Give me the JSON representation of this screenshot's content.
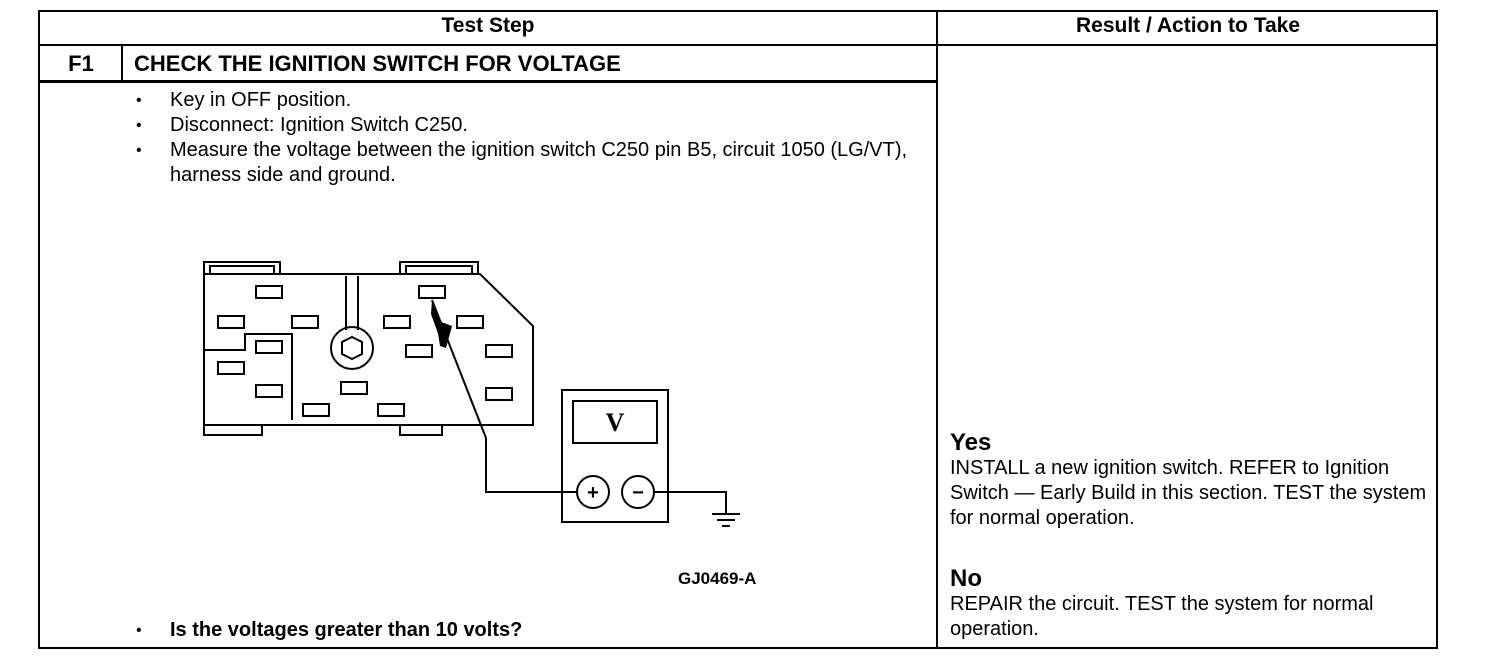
{
  "table": {
    "header_left": "Test Step",
    "header_right": "Result / Action to Take",
    "step_id": "F1",
    "step_title": "CHECK THE IGNITION SWITCH FOR VOLTAGE",
    "steps": [
      "Key in OFF position.",
      "Disconnect: Ignition Switch C250.",
      "Measure the voltage between the ignition switch C250 pin B5, circuit 1050 (LG/VT), harness side and ground."
    ],
    "question": "Is the voltages greater than 10 volts?",
    "figure_code": "GJ0469-A",
    "meter_label": "V",
    "plus_label": "+",
    "minus_label": "−"
  },
  "results": {
    "yes_heading": "Yes",
    "yes_text": "INSTALL a new ignition switch. REFER to Ignition Switch — Early Build in this section. TEST the system for normal operation.",
    "no_heading": "No",
    "no_text": "REPAIR the circuit. TEST the system for normal operation."
  }
}
